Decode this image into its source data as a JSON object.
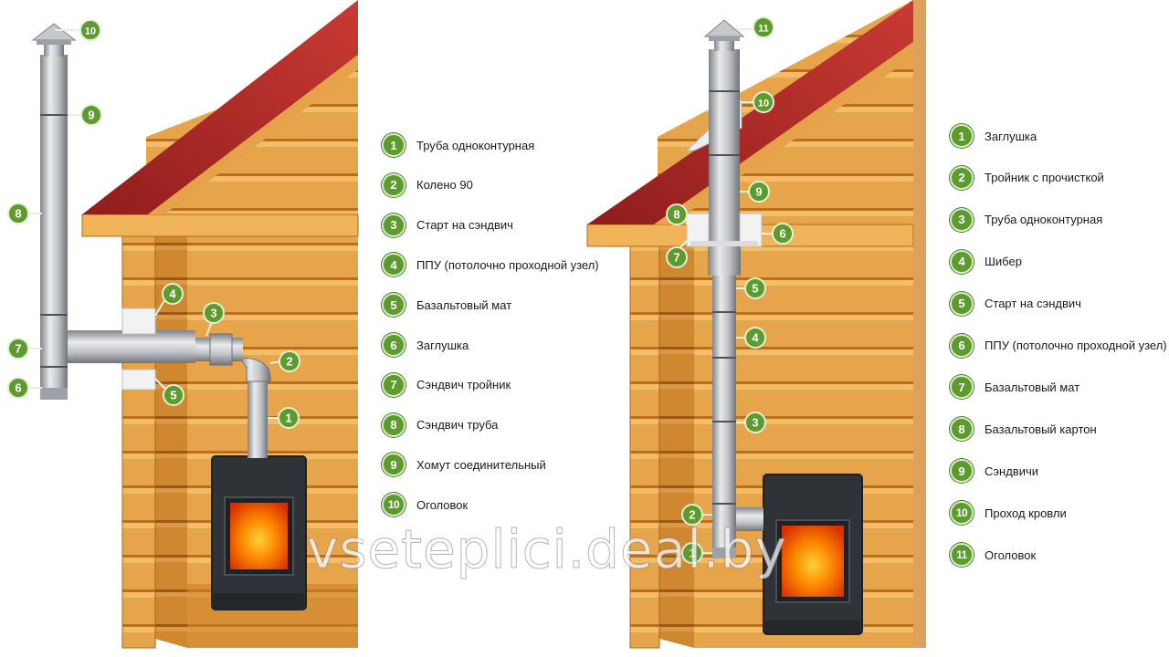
{
  "legend_left": [
    {
      "number": "1",
      "label": "Труба одноконтурная"
    },
    {
      "number": "2",
      "label": "Колено 90"
    },
    {
      "number": "3",
      "label": "Старт на сэндвич"
    },
    {
      "number": "4",
      "label": "ППУ (потолочно проходной узел)"
    },
    {
      "number": "5",
      "label": "Базальтовый мат"
    },
    {
      "number": "6",
      "label": "Заглушка"
    },
    {
      "number": "7",
      "label": "Сэндвич тройник"
    },
    {
      "number": "8",
      "label": "Сэндвич труба"
    },
    {
      "number": "9",
      "label": "Хомут соединительный"
    },
    {
      "number": "10",
      "label": "Оголовок"
    }
  ],
  "legend_right": [
    {
      "number": "1",
      "label": "Заглушка"
    },
    {
      "number": "2",
      "label": "Тройник с прочисткой"
    },
    {
      "number": "3",
      "label": "Труба одноконтурная"
    },
    {
      "number": "4",
      "label": "Шибер"
    },
    {
      "number": "5",
      "label": "Старт на сэндвич"
    },
    {
      "number": "6",
      "label": "ППУ (потолочно проходной узел)"
    },
    {
      "number": "7",
      "label": "Базальтовый мат"
    },
    {
      "number": "8",
      "label": "Базальтовый картон"
    },
    {
      "number": "9",
      "label": "Сэндвичи"
    },
    {
      "number": "10",
      "label": "Проход кровли"
    },
    {
      "number": "11",
      "label": "Оголовок"
    }
  ],
  "diagram_left_markers": [
    "10",
    "9",
    "8",
    "4",
    "3",
    "2",
    "7",
    "6",
    "5",
    "1"
  ],
  "diagram_right_markers": [
    "11",
    "10",
    "9",
    "8",
    "6",
    "7",
    "5",
    "4",
    "3",
    "2",
    "1"
  ],
  "watermark": "vseteplici.deal.by",
  "colors": {
    "badge": "#5d9b2f",
    "roof": "#b52a2a",
    "wood_light": "#f0b55a",
    "wood_dark": "#c87a20",
    "pipe": "#b9bcc0",
    "stove": "#2f3337",
    "fire": "#ff7a00"
  }
}
